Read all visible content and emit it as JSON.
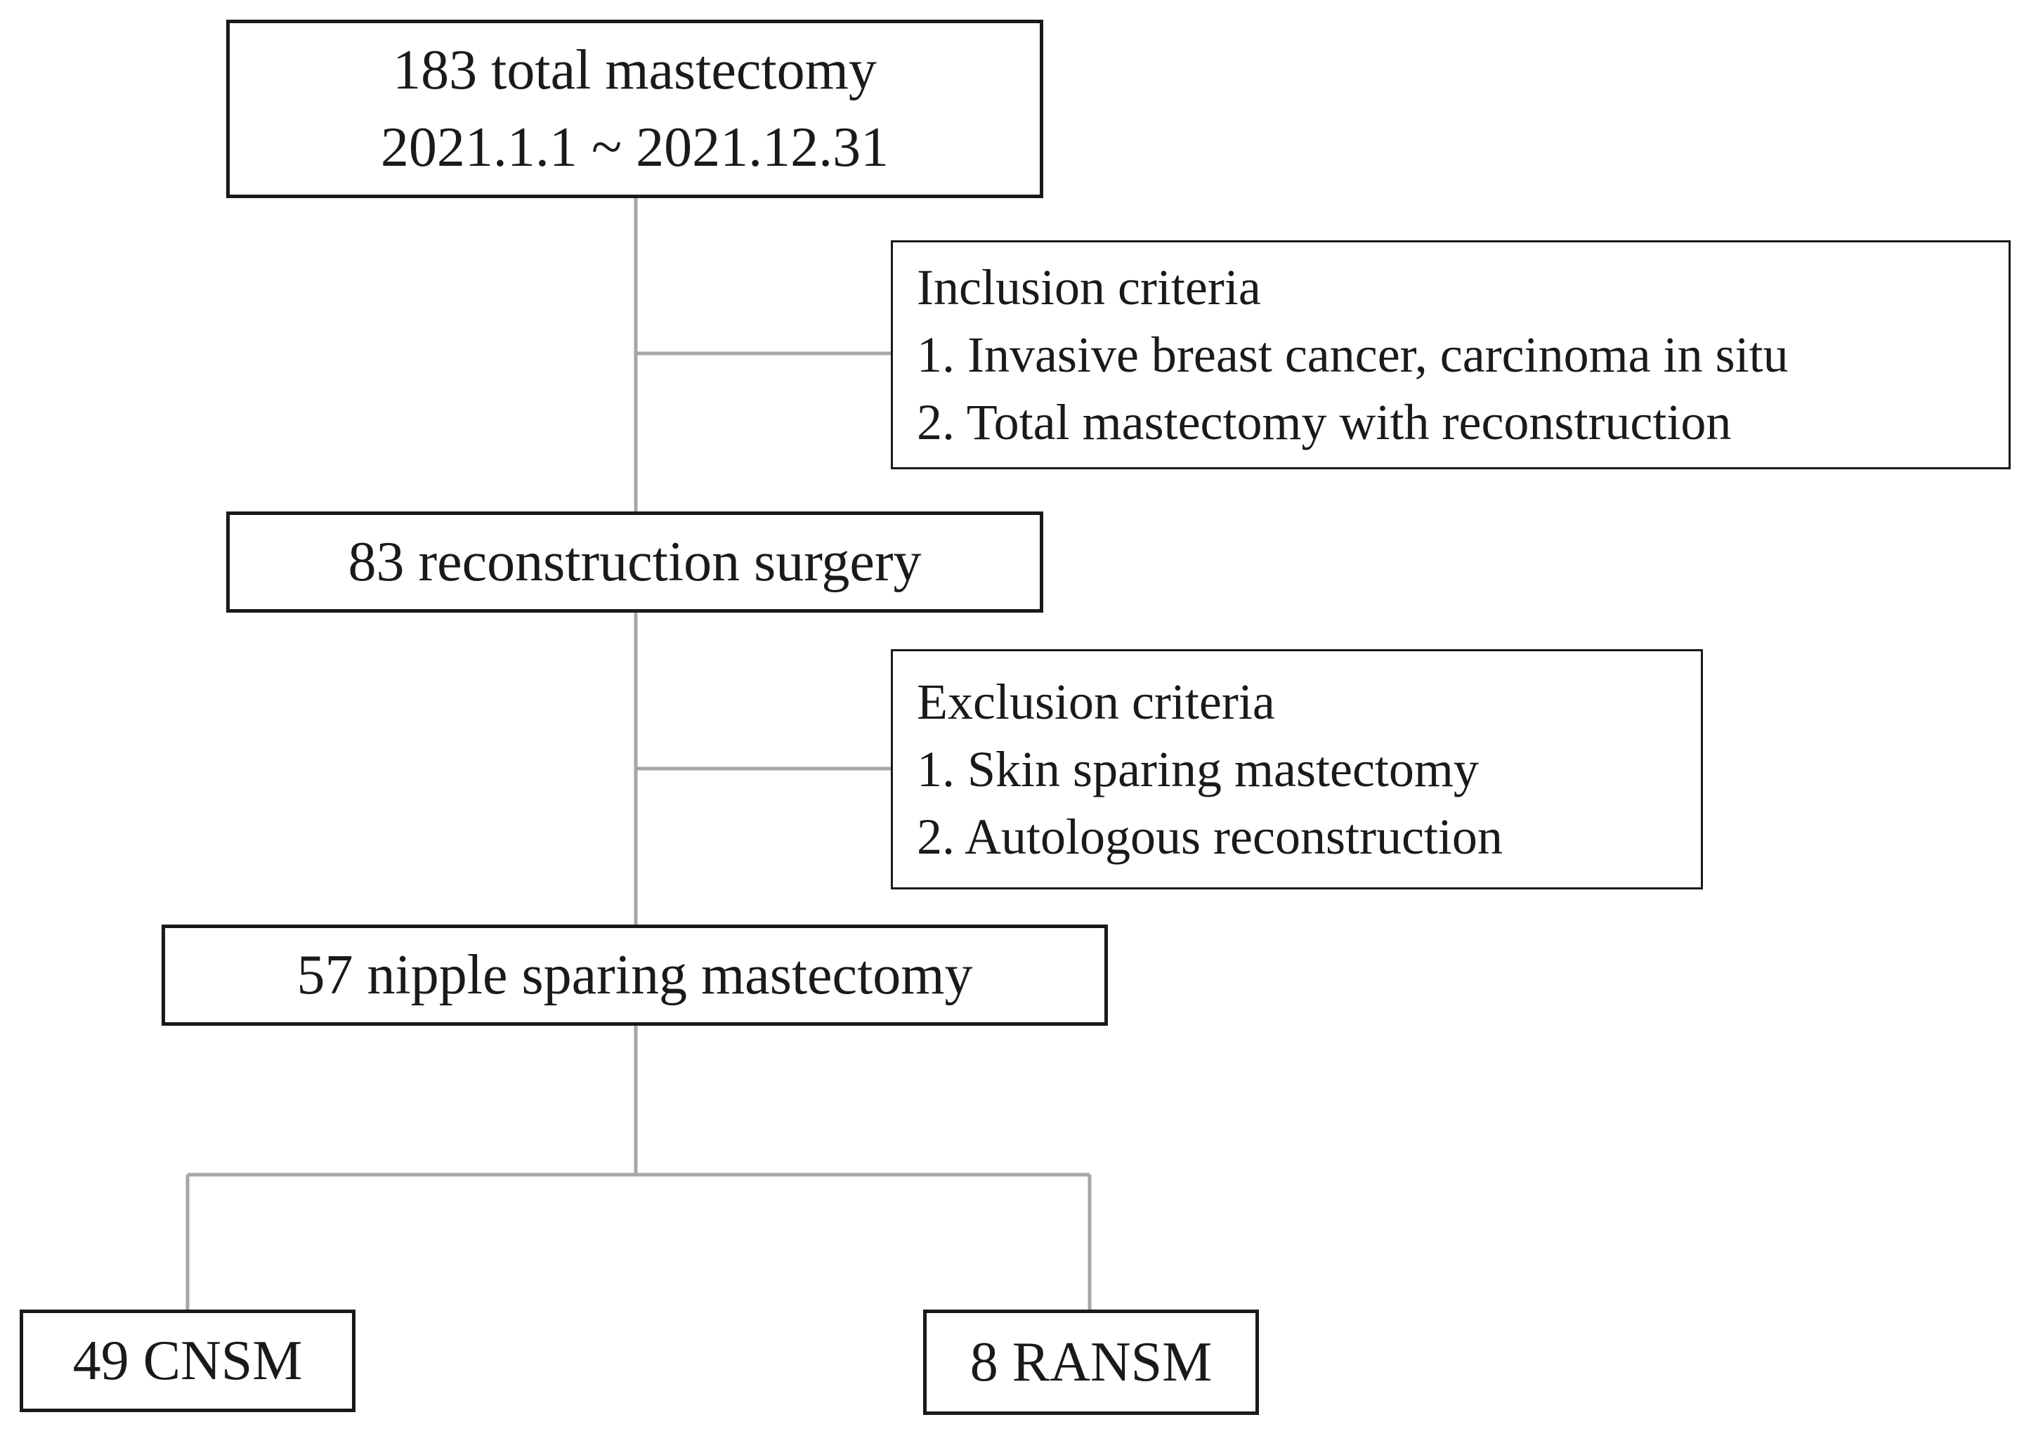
{
  "flowchart": {
    "start": {
      "line1": "183 total mastectomy",
      "line2": "2021.1.1 ~ 2021.12.31"
    },
    "inclusion": {
      "title": "Inclusion criteria",
      "items": [
        "1. Invasive breast cancer, carcinoma in situ",
        "2. Total mastectomy with reconstruction"
      ]
    },
    "reconstruction": {
      "label": "83 reconstruction surgery"
    },
    "exclusion": {
      "title": "Exclusion criteria",
      "items": [
        "1. Skin sparing mastectomy",
        "2. Autologous reconstruction"
      ]
    },
    "nsm": {
      "label": "57 nipple sparing mastectomy"
    },
    "cnsm": {
      "label": "49 CNSM"
    },
    "ransm": {
      "label": "8 RANSM"
    }
  },
  "colors": {
    "box_border": "#1a1a1a",
    "connector": "#a6a6a6",
    "text": "#1a1a1a",
    "background": "#ffffff"
  }
}
